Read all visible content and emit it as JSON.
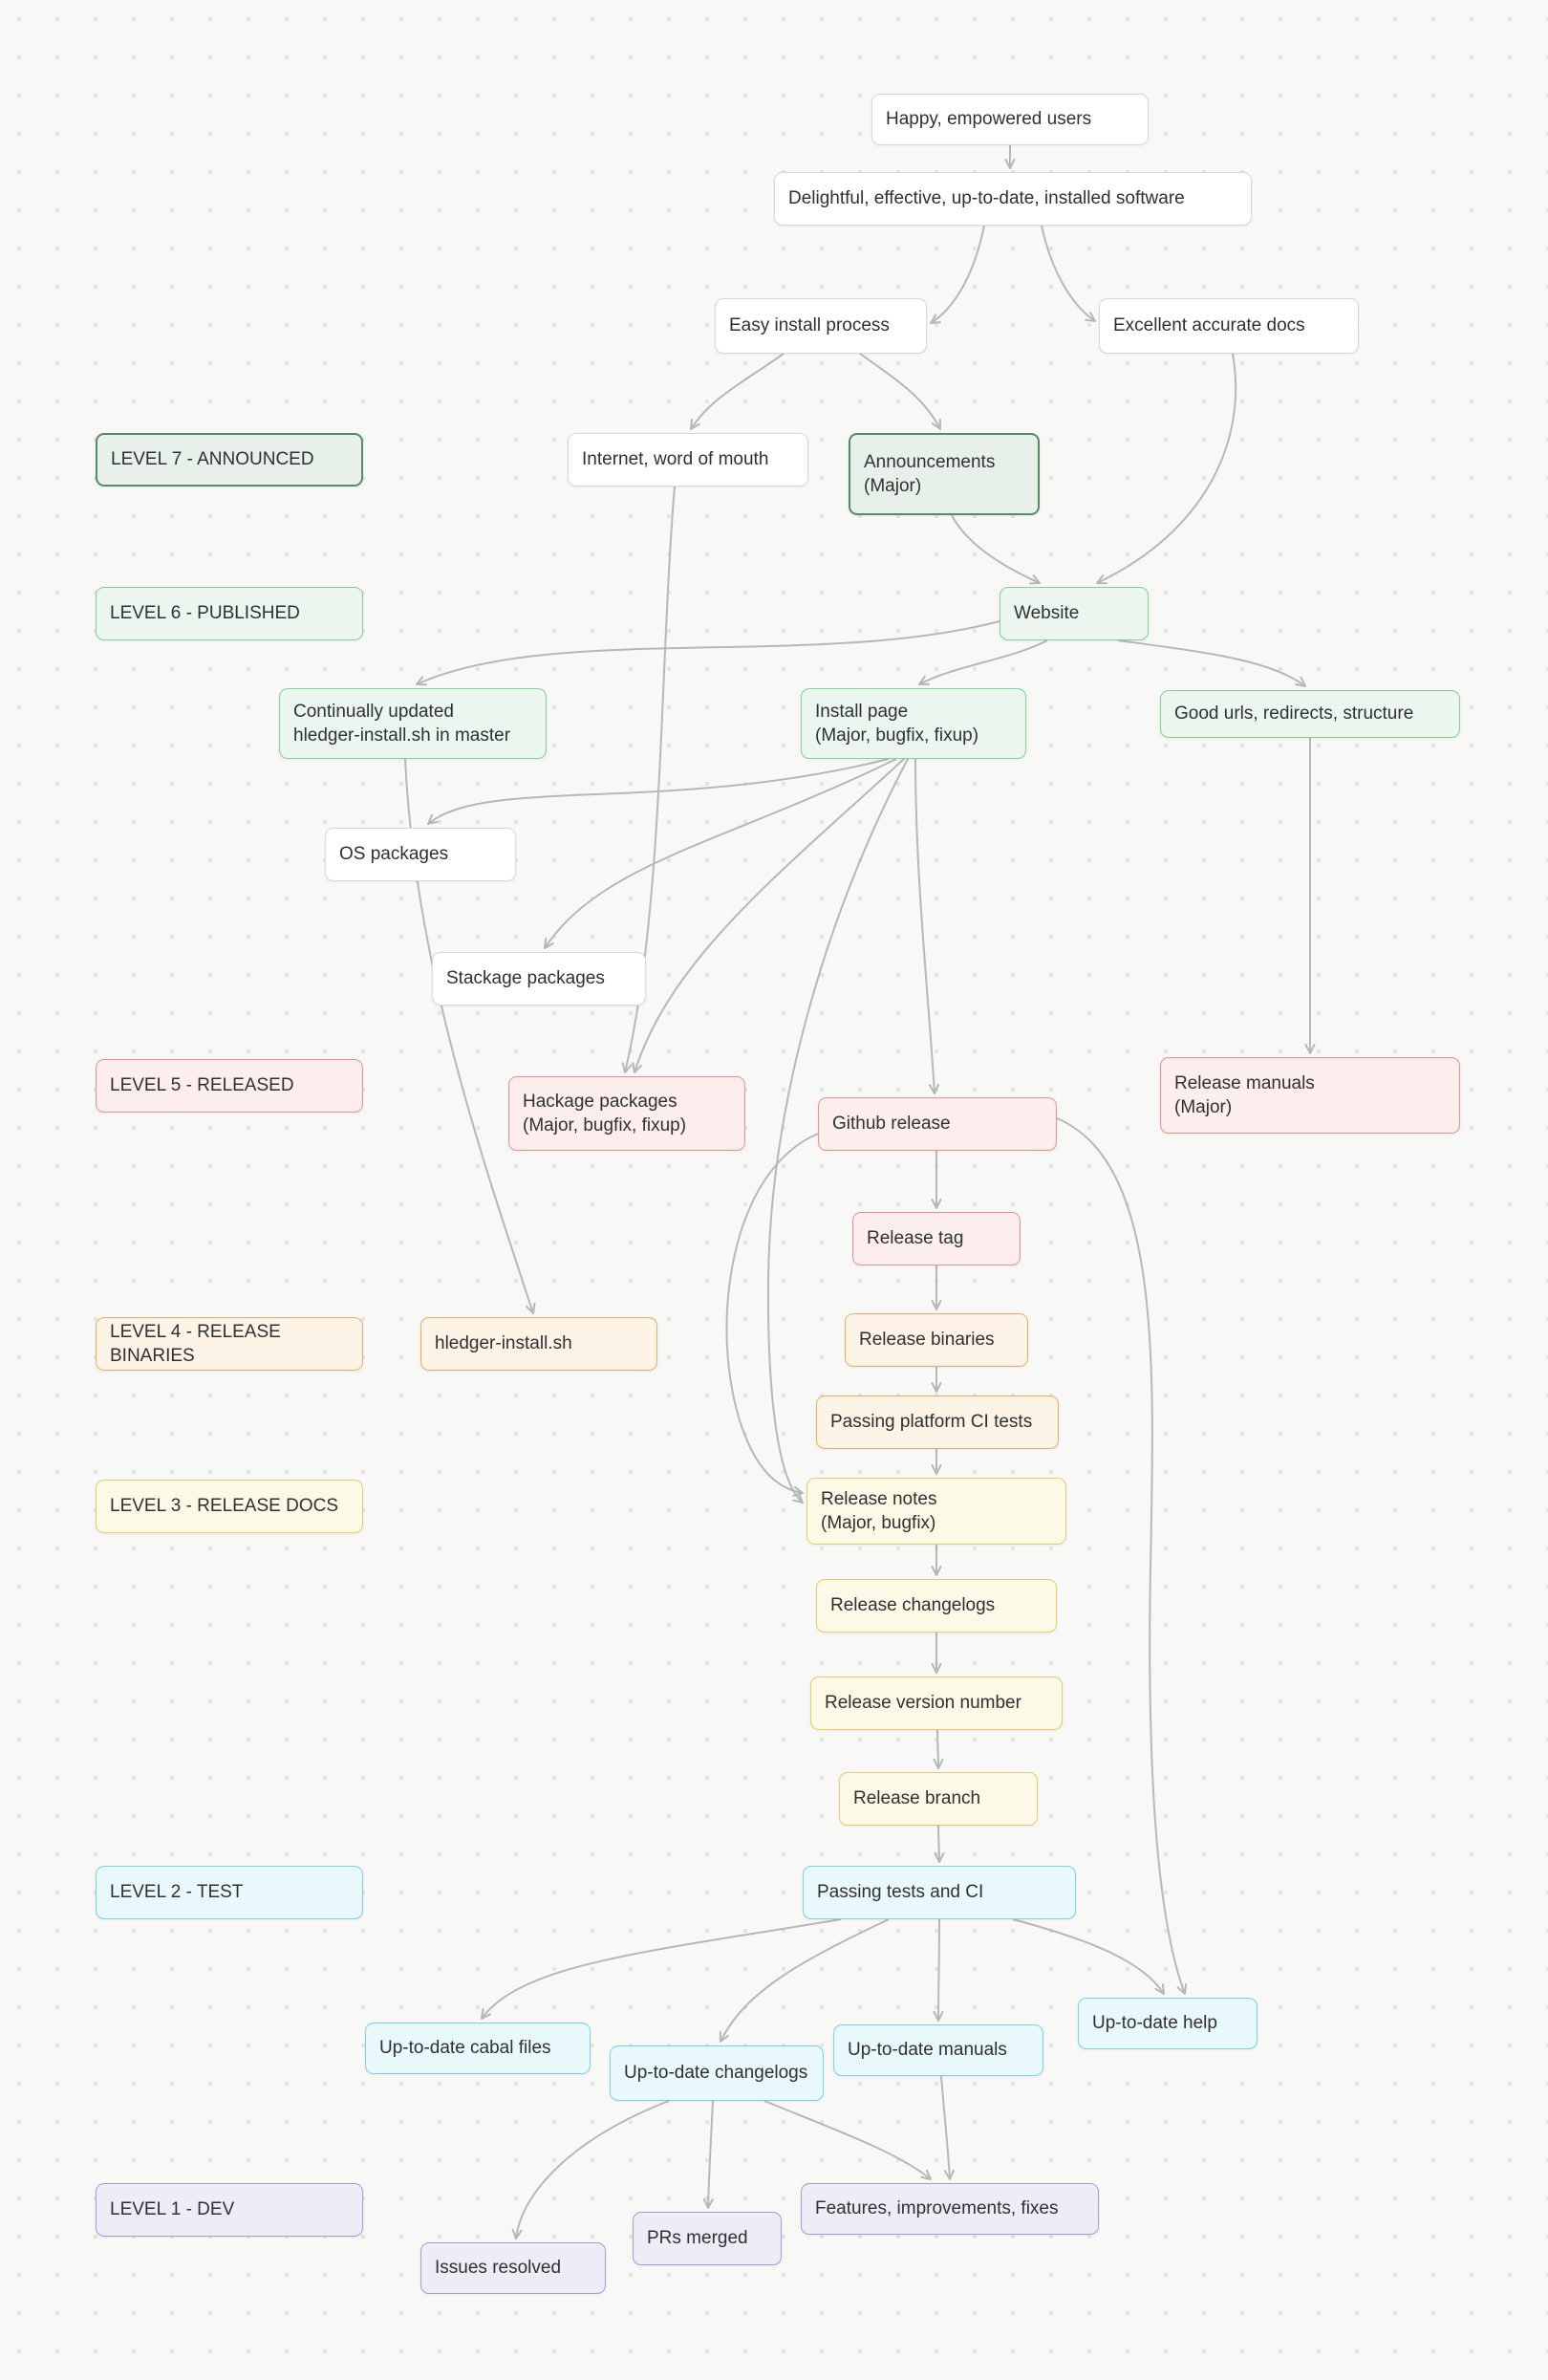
{
  "diagram": {
    "colors": {
      "background": "#f8f8f6",
      "dot_grid": "#e3e3df",
      "connector": "#b7b7b5",
      "level7_announced": "#558c63",
      "level6_published": "#86cd97",
      "level5_released": "#ea9090",
      "level4_release_binaries": "#eeab66",
      "level3_release_docs": "#e4cc6d",
      "level2_test": "#7cd3dc",
      "level1_dev": "#a89bd4"
    },
    "nodes": {
      "happy_users": {
        "label": "Happy, empowered users"
      },
      "delightful_software": {
        "label": "Delightful, effective, up-to-date, installed software"
      },
      "easy_install_process": {
        "label": "Easy install process"
      },
      "excellent_accurate_docs": {
        "label": "Excellent accurate docs"
      },
      "level7": {
        "label": "LEVEL 7 - ANNOUNCED"
      },
      "internet_word_of_mouth": {
        "label": "Internet, word of mouth"
      },
      "announcements": {
        "label": "Announcements\n(Major)"
      },
      "level6": {
        "label": "LEVEL 6 - PUBLISHED"
      },
      "website": {
        "label": "Website"
      },
      "continually_updated_install": {
        "label": "Continually updated\nhledger-install.sh in master"
      },
      "install_page": {
        "label": "Install page\n(Major, bugfix, fixup)"
      },
      "good_urls": {
        "label": "Good urls, redirects, structure"
      },
      "os_packages": {
        "label": "OS packages"
      },
      "stackage_packages": {
        "label": "Stackage packages"
      },
      "level5": {
        "label": "LEVEL 5 - RELEASED"
      },
      "hackage_packages": {
        "label": "Hackage packages\n(Major, bugfix, fixup)"
      },
      "github_release": {
        "label": "Github release"
      },
      "release_manuals": {
        "label": "Release manuals\n(Major)"
      },
      "release_tag": {
        "label": "Release tag"
      },
      "level4": {
        "label": "LEVEL 4 - RELEASE BINARIES"
      },
      "hledger_install_sh": {
        "label": "hledger-install.sh"
      },
      "release_binaries": {
        "label": "Release binaries"
      },
      "passing_platform_ci": {
        "label": "Passing platform CI tests"
      },
      "level3": {
        "label": "LEVEL 3 - RELEASE DOCS"
      },
      "release_notes": {
        "label": "Release notes\n(Major, bugfix)"
      },
      "release_changelogs": {
        "label": "Release changelogs"
      },
      "release_version_number": {
        "label": "Release version number"
      },
      "release_branch": {
        "label": "Release branch"
      },
      "level2": {
        "label": "LEVEL 2 - TEST"
      },
      "passing_tests_ci": {
        "label": "Passing tests and CI"
      },
      "up_to_date_cabal_files": {
        "label": "Up-to-date cabal files"
      },
      "up_to_date_changelogs": {
        "label": "Up-to-date changelogs"
      },
      "up_to_date_manuals": {
        "label": "Up-to-date manuals"
      },
      "up_to_date_help": {
        "label": "Up-to-date help"
      },
      "level1": {
        "label": "LEVEL 1 - DEV"
      },
      "features_improvements_fixes": {
        "label": "Features, improvements, fixes"
      },
      "prs_merged": {
        "label": "PRs merged"
      },
      "issues_resolved": {
        "label": "Issues resolved"
      }
    },
    "edges": [
      {
        "from": "happy_users",
        "to": "delightful_software"
      },
      {
        "from": "delightful_software",
        "to": "easy_install_process"
      },
      {
        "from": "delightful_software",
        "to": "excellent_accurate_docs"
      },
      {
        "from": "easy_install_process",
        "to": "internet_word_of_mouth"
      },
      {
        "from": "easy_install_process",
        "to": "announcements"
      },
      {
        "from": "excellent_accurate_docs",
        "to": "website"
      },
      {
        "from": "announcements",
        "to": "website"
      },
      {
        "from": "website",
        "to": "continually_updated_install"
      },
      {
        "from": "website",
        "to": "install_page"
      },
      {
        "from": "website",
        "to": "good_urls"
      },
      {
        "from": "internet_word_of_mouth",
        "to": "hackage_packages"
      },
      {
        "from": "install_page",
        "to": "os_packages"
      },
      {
        "from": "install_page",
        "to": "stackage_packages"
      },
      {
        "from": "install_page",
        "to": "hackage_packages"
      },
      {
        "from": "install_page",
        "to": "github_release"
      },
      {
        "from": "install_page",
        "to": "release_notes"
      },
      {
        "from": "continually_updated_install",
        "to": "hledger_install_sh"
      },
      {
        "from": "good_urls",
        "to": "release_manuals"
      },
      {
        "from": "github_release",
        "to": "release_tag"
      },
      {
        "from": "release_tag",
        "to": "release_binaries"
      },
      {
        "from": "release_binaries",
        "to": "passing_platform_ci"
      },
      {
        "from": "passing_platform_ci",
        "to": "release_notes"
      },
      {
        "from": "github_release",
        "to": "release_notes"
      },
      {
        "from": "release_notes",
        "to": "release_changelogs"
      },
      {
        "from": "release_changelogs",
        "to": "release_version_number"
      },
      {
        "from": "release_version_number",
        "to": "release_branch"
      },
      {
        "from": "release_branch",
        "to": "passing_tests_ci"
      },
      {
        "from": "passing_tests_ci",
        "to": "up_to_date_cabal_files"
      },
      {
        "from": "passing_tests_ci",
        "to": "up_to_date_changelogs"
      },
      {
        "from": "passing_tests_ci",
        "to": "up_to_date_manuals"
      },
      {
        "from": "passing_tests_ci",
        "to": "up_to_date_help"
      },
      {
        "from": "github_release",
        "to": "up_to_date_help"
      },
      {
        "from": "up_to_date_changelogs",
        "to": "issues_resolved"
      },
      {
        "from": "up_to_date_changelogs",
        "to": "prs_merged"
      },
      {
        "from": "up_to_date_changelogs",
        "to": "features_improvements_fixes"
      },
      {
        "from": "up_to_date_manuals",
        "to": "features_improvements_fixes"
      }
    ]
  }
}
